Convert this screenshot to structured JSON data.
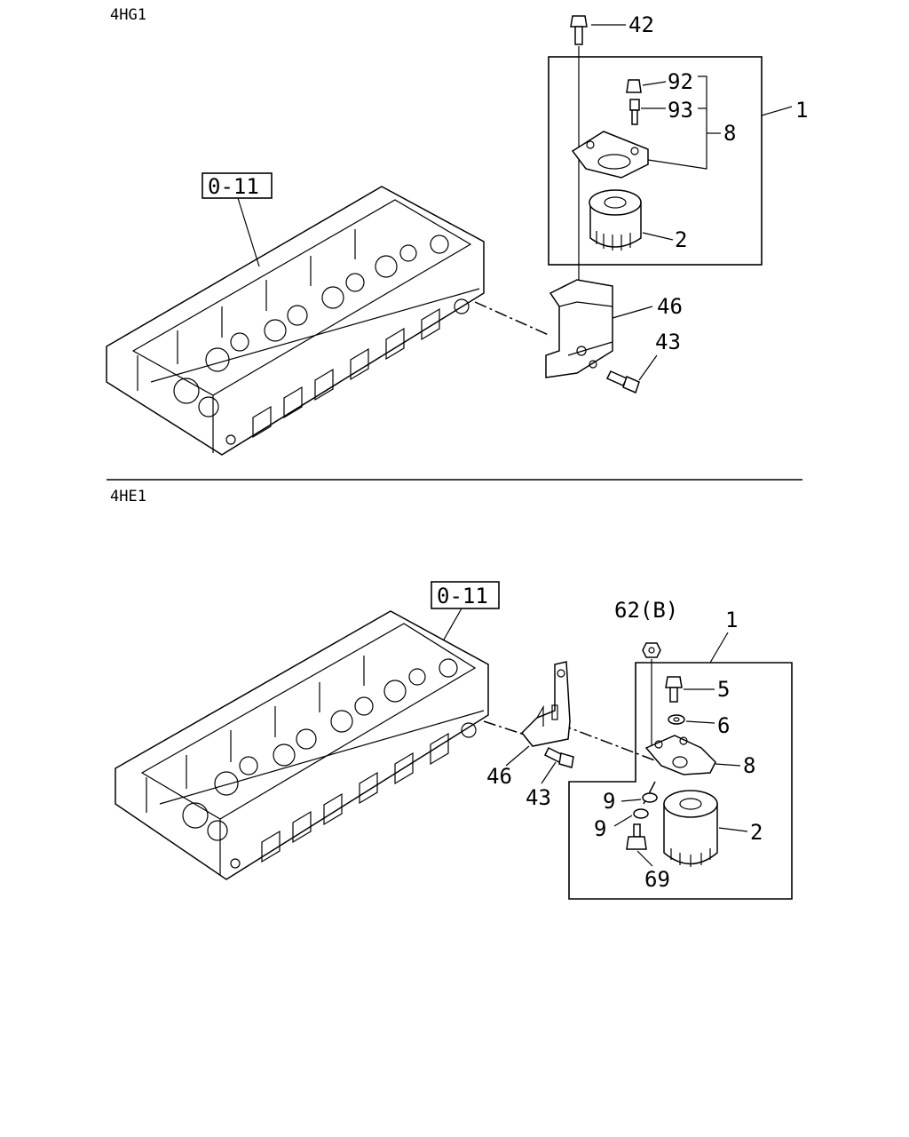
{
  "sections": {
    "top_header": "4HG1",
    "bottom_header": "4HE1"
  },
  "top": {
    "ref_box": "0-11",
    "labels": {
      "p42": "42",
      "p92": "92",
      "p93": "93",
      "p8": "8",
      "p1": "1",
      "p2": "2",
      "p46": "46",
      "p43": "43"
    }
  },
  "bottom": {
    "ref_box": "0-11",
    "labels": {
      "p62": "62(B)",
      "p1": "1",
      "p5": "5",
      "p6": "6",
      "p8": "8",
      "p9a": "9",
      "p9b": "9",
      "p2": "2",
      "p69": "69",
      "p46": "46",
      "p43": "43"
    }
  }
}
